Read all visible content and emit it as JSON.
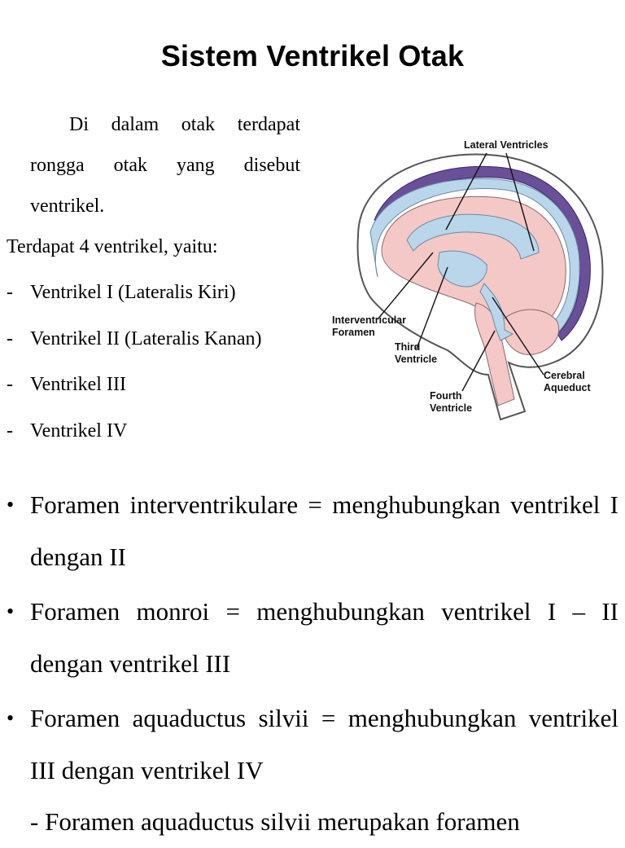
{
  "title": "Sistem Ventrikel Otak",
  "intro": "Di dalam otak terdapat rongga otak yang disebut ventrikel.",
  "list_intro": "Terdapat 4 ventrikel, yaitu:",
  "ventricles": [
    {
      "dash": "-",
      "label": "Ventrikel I (Lateralis Kiri)"
    },
    {
      "dash": "-",
      "label": "Ventrikel II (Lateralis Kanan)"
    },
    {
      "dash": "-",
      "label": "Ventrikel III"
    },
    {
      "dash": "-",
      "label": "Ventrikel IV"
    }
  ],
  "figure": {
    "labels": {
      "lateral": "Lateral Ventricles",
      "interventricular_1": "Interventricular",
      "interventricular_2": "Foramen",
      "third_1": "Third",
      "third_2": "Ventricle",
      "cerebral_1": "Cerebral",
      "cerebral_2": "Aqueduct",
      "fourth_1": "Fourth",
      "fourth_2": "Ventricle"
    },
    "colors": {
      "brain_fill": "#f5c8c8",
      "ventricle_fill": "#b9d6ea",
      "ventricle_dark": "#6a4f99",
      "outline": "#555555"
    }
  },
  "bullets": [
    {
      "marker": "•",
      "text": "Foramen interventrikulare = menghubungkan ventrikel I dengan II"
    },
    {
      "marker": "•",
      "text": "Foramen monroi = menghubungkan ventrikel I – II dengan ventrikel III"
    },
    {
      "marker": "•",
      "text": "Foramen aquaductus silvii = menghubungkan ventrikel III dengan ventrikel IV"
    }
  ],
  "subnote": "- Foramen aquaductus silvii merupakan foramen"
}
